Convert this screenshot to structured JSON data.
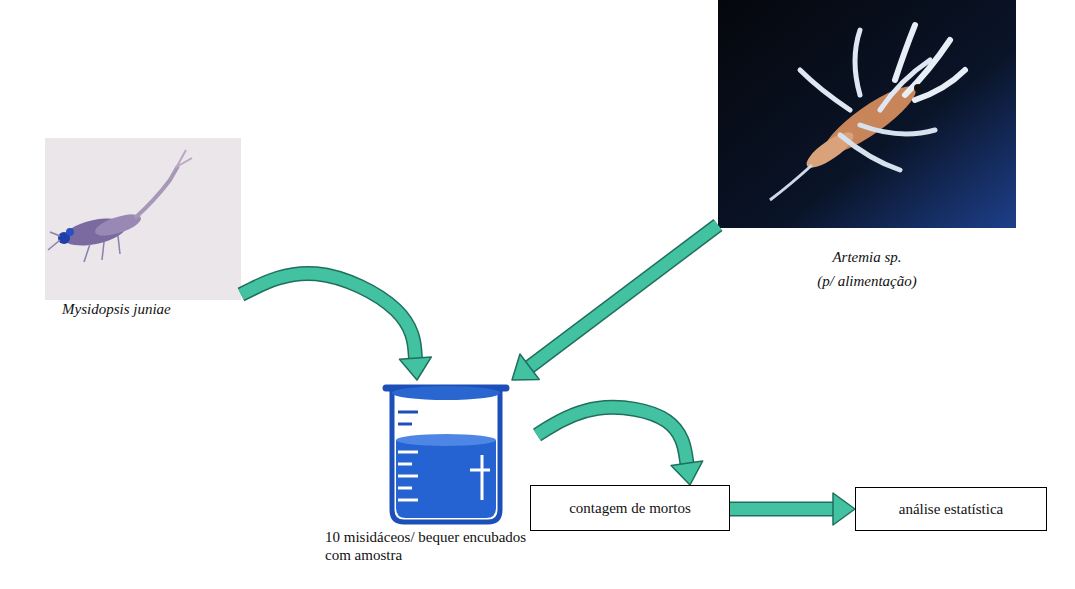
{
  "diagram": {
    "nodes": [
      {
        "text": [
          "Mysidopsis juniae"
        ]
      },
      {
        "text": [
          "Artemia sp.",
          "(p/ alimentação)"
        ]
      },
      {
        "text": [
          "10 misidáceos/ bequer encubados com amostra"
        ]
      },
      {
        "text": [
          "contagem de mortos"
        ]
      },
      {
        "text": [
          "análise estatística"
        ]
      }
    ],
    "edges": [
      {
        "from": 0,
        "to": 2,
        "arrow": "to"
      },
      {
        "from": 1,
        "to": 2,
        "arrow": "to"
      },
      {
        "from": 2,
        "to": 3,
        "arrow": "to"
      },
      {
        "from": 3,
        "to": 4,
        "arrow": "to"
      }
    ]
  }
}
